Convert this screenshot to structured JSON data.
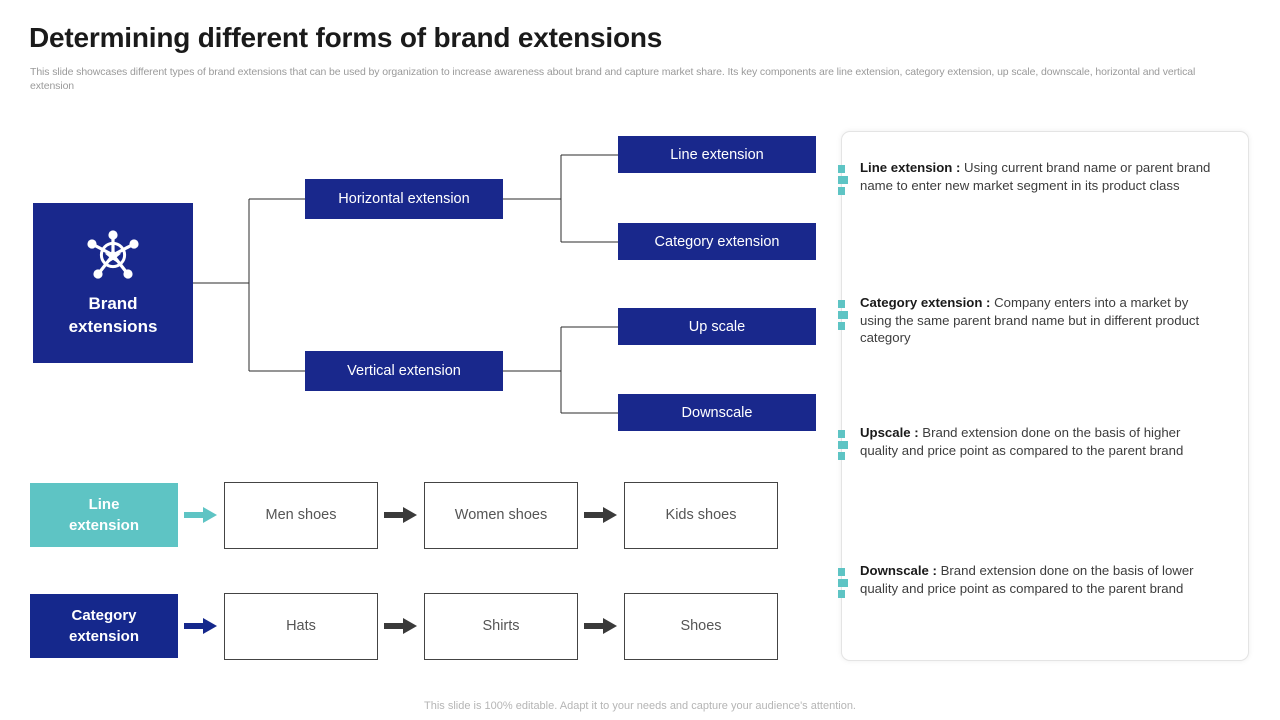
{
  "header": {
    "title": "Determining different forms of brand extensions",
    "subtitle": "This slide showcases different types of brand extensions that can be used by organization to increase awareness about brand and capture market share. Its key components are line extension, category extension, up scale, downscale, horizontal and vertical extension"
  },
  "colors": {
    "navy": "#19288C",
    "teal": "#5EC4C4",
    "arrow_dark": "#3A3A3A",
    "text_muted": "#9A9A9A",
    "panel_border": "#E4E4E4"
  },
  "tree": {
    "root": {
      "label_line1": "Brand",
      "label_line2": "extensions",
      "icon": "brand-network-star-icon"
    },
    "branches": [
      {
        "label": "Horizontal extension"
      },
      {
        "label": "Vertical extension"
      }
    ],
    "leaves": [
      {
        "label": "Line extension"
      },
      {
        "label": "Category extension"
      },
      {
        "label": "Up scale"
      },
      {
        "label": "Downscale"
      }
    ]
  },
  "flows": [
    {
      "head_line1": "Line",
      "head_line2": "extension",
      "head_style": "teal",
      "first_arrow_color": "#5EC4C4",
      "steps": [
        "Men shoes",
        "Women shoes",
        "Kids shoes"
      ]
    },
    {
      "head_line1": "Category",
      "head_line2": "extension",
      "head_style": "navy",
      "first_arrow_color": "#15288C",
      "steps": [
        "Hats",
        "Shirts",
        "Shoes"
      ]
    }
  ],
  "info_panel": {
    "items": [
      {
        "term": "Line extension :",
        "description": " Using current brand name or parent brand name to enter new market segment in its product class"
      },
      {
        "term": "Category extension :",
        "description": " Company enters into a market by using the same parent brand name but in different product category"
      },
      {
        "term": "Upscale :",
        "description": "  Brand extension done on the basis of higher quality and price point as compared to the parent brand"
      },
      {
        "term": "Downscale :",
        "description": "  Brand extension done on the basis of lower quality and price point as compared to the parent brand"
      }
    ]
  },
  "footer": {
    "note": "This slide is 100% editable. Adapt it to your needs and capture your audience's attention."
  }
}
